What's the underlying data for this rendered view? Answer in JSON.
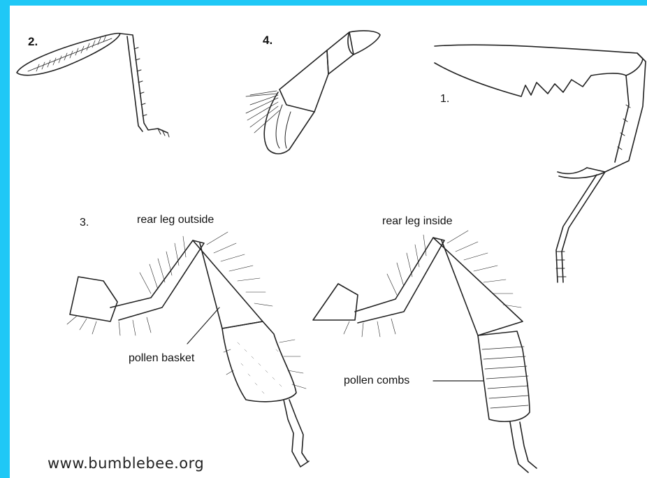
{
  "figure_numbers": {
    "fig1": "1.",
    "fig2": "2.",
    "fig3": "3.",
    "fig4": "4."
  },
  "labels": {
    "rear_leg_outside": "rear leg outside",
    "rear_leg_inside": "rear leg inside",
    "pollen_basket": "pollen basket",
    "pollen_combs": "pollen combs"
  },
  "watermark": "www.bumblebee.org",
  "colors": {
    "frame": "#1fc8f6",
    "background": "#ffffff",
    "ink": "#222222"
  }
}
